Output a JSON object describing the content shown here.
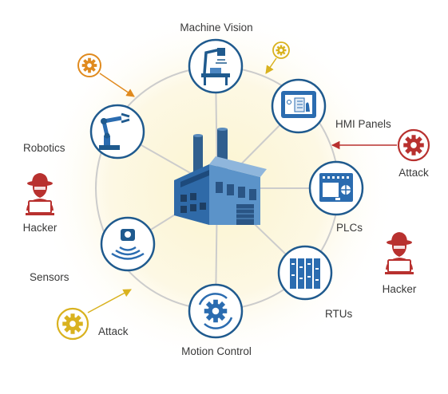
{
  "nodes": {
    "machine_vision": "Machine Vision",
    "hmi_panels": "HMI Panels",
    "plcs": "PLCs",
    "rtus": "RTUs",
    "motion_control": "Motion Control",
    "sensors": "Sensors",
    "robotics": "Robotics"
  },
  "threats": {
    "hacker_left": "Hacker",
    "hacker_right": "Hacker",
    "attack_right": "Attack",
    "attack_bottom": "Attack"
  },
  "icons": {
    "center": "factory-icon",
    "machine_vision": "camera-conveyor-icon",
    "hmi_panels": "touch-panel-icon",
    "plcs": "plc-module-icon",
    "rtus": "rack-unit-icon",
    "motion_control": "gear-rotate-icon",
    "sensors": "sensor-waves-icon",
    "robotics": "robot-arm-icon",
    "attacker": "hacker-icon",
    "threat": "virus-gear-icon"
  },
  "colors": {
    "node_ring": "#1f5a8e",
    "icon_blue": "#2b6cb0",
    "hacker_red": "#b8312f",
    "attack_red": "#b8312f",
    "attack_orange": "#e08a1e",
    "attack_yellow": "#d9b21f",
    "orbit": "#cccccc"
  }
}
